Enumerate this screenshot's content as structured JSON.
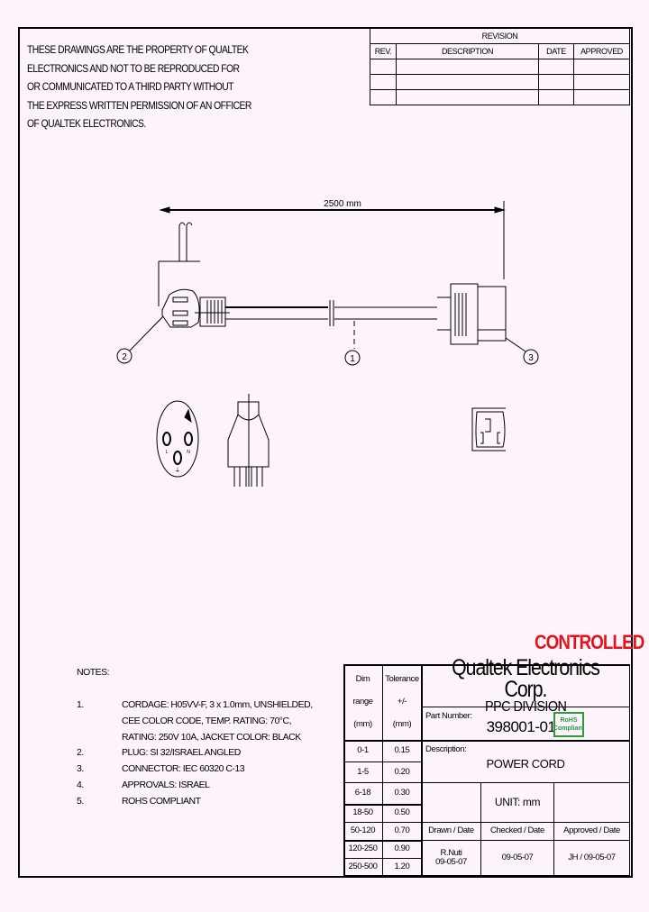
{
  "property_notice": [
    "THESE DRAWINGS ARE THE PROPERTY OF QUALTEK",
    "ELECTRONICS AND NOT TO BE REPRODUCED FOR",
    "OR COMMUNICATED TO A THIRD PARTY WITHOUT",
    "THE EXPRESS WRITTEN PERMISSION OF AN OFFICER",
    "OF QUALTEK ELECTRONICS."
  ],
  "revision": {
    "title": "REVISION",
    "headers": [
      "REV.",
      "DESCRIPTION",
      "DATE",
      "APPROVED"
    ],
    "rows": [
      [
        "",
        "",
        "",
        ""
      ],
      [
        "",
        "",
        "",
        ""
      ],
      [
        "",
        "",
        "",
        ""
      ]
    ]
  },
  "drawing": {
    "dimension": "2500 mm",
    "callouts": [
      "1",
      "2",
      "3"
    ],
    "plug_face_labels": [
      "L",
      "N",
      "⏚"
    ]
  },
  "stamp": {
    "text": "CONTROLLED",
    "color": "#e8101a"
  },
  "notes": {
    "title": "NOTES:",
    "items": [
      {
        "num": "1.",
        "lines": [
          "CORDAGE: H05VV-F, 3 x 1.0mm, UNSHIELDED,",
          "CEE COLOR CODE, TEMP. RATING: 70°C,",
          "RATING: 250V 10A, JACKET COLOR: BLACK"
        ]
      },
      {
        "num": "2.",
        "lines": [
          "PLUG: SI 32/ISRAEL ANGLED"
        ]
      },
      {
        "num": "3.",
        "lines": [
          "CONNECTOR: IEC 60320 C-13"
        ]
      },
      {
        "num": "4.",
        "lines": [
          "APPROVALS: ISRAEL"
        ]
      },
      {
        "num": "5.",
        "lines": [
          "ROHS COMPLIANT"
        ]
      }
    ]
  },
  "title_block": {
    "dim_header": [
      "Dim",
      "range",
      "(mm)"
    ],
    "tol_header": [
      "Tolerance",
      "+/-",
      "(mm)"
    ],
    "tolerances": [
      [
        "0-1",
        "0.15"
      ],
      [
        "1-5",
        "0.20"
      ],
      [
        "6-18",
        "0.30"
      ],
      [
        "18-50",
        "0.50"
      ],
      [
        "50-120",
        "0.70"
      ],
      [
        "120-250",
        "0.90"
      ],
      [
        "250-500",
        "1.20"
      ]
    ],
    "company": "Qualtek Electronics Corp.",
    "division": "PPC DIVISION",
    "part_number_label": "Part Number:",
    "part_number": "398001-01",
    "rohs": [
      "RoHS",
      "Compliant"
    ],
    "rohs_color": "#2e9a3e",
    "description_label": "Description:",
    "description": "POWER CORD",
    "unit": "UNIT: mm",
    "drawn_label": "Drawn / Date",
    "checked_label": "Checked / Date",
    "approved_label": "Approved / Date",
    "drawn": [
      "R.Nuti",
      "09-05-07"
    ],
    "checked": "09-05-07",
    "approved": "JH / 09-05-07"
  }
}
